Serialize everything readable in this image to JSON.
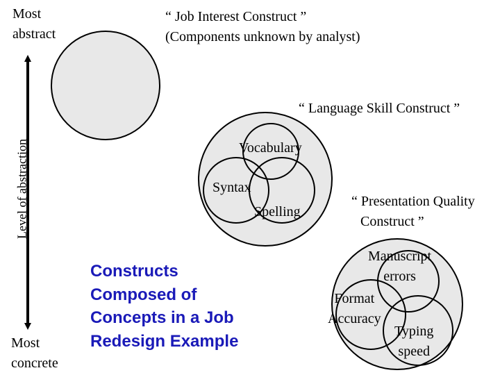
{
  "axis": {
    "top_label": [
      "Most",
      "abstract"
    ],
    "bottom_label": [
      "Most",
      "concrete"
    ],
    "title": "Level of abstraction"
  },
  "constructs": {
    "job_interest": [
      "“ Job Interest Construct ”",
      "(Components unknown by analyst)"
    ],
    "language_skill": "“ Language Skill Construct ”",
    "presentation_quality": [
      "“ Presentation Quality",
      "Construct ”"
    ]
  },
  "concepts": {
    "vocabulary": "Vocabulary",
    "syntax": "Syntax",
    "spelling": "Spelling",
    "manuscript_errors": [
      "Manuscript",
      "errors"
    ],
    "format_accuracy": [
      "Format",
      "Accuracy"
    ],
    "typing_speed": [
      "Typing",
      "speed"
    ]
  },
  "heading": [
    "Constructs",
    "Composed of",
    "Concepts in a Job",
    "Redesign Example"
  ],
  "colors": {
    "construct_fill": "#e8e8e8",
    "heading": "#1a1ab8"
  }
}
